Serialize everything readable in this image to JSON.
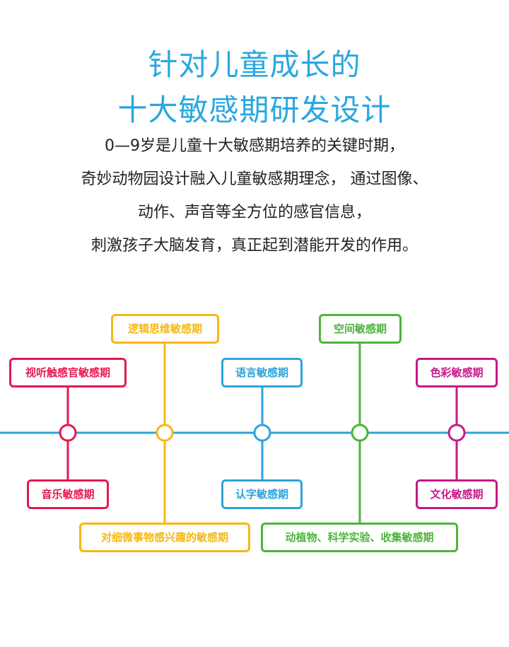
{
  "title_lines": [
    "针对儿童成长的",
    "十大敏感期研发设计"
  ],
  "description_lines": [
    "0—9岁是儿童十大敏感期培养的关键时期，",
    "奇妙动物园设计融入儿童敏感期理念， 通过图像、",
    "动作、声音等全方位的感官信息，",
    "刺激孩子大脑发育，真正起到潜能开发的作用。"
  ],
  "timeline": {
    "colors": {
      "line": "#2fa3d8",
      "red": "#e5194f",
      "yellow": "#f6b811",
      "blue": "#2fa3d8",
      "green": "#4db43b",
      "magenta": "#c6198a"
    },
    "labels": {
      "visual": "视听触感官敏感期",
      "music": "音乐敏感期",
      "logic": "逻辑思维敏感期",
      "detail": "对细微事物感兴趣的敏感期",
      "language": "语言敏感期",
      "literacy": "认字敏感期",
      "space": "空间敏感期",
      "nature": "动植物、科学实验、收集敏感期",
      "color": "色彩敏感期",
      "culture": "文化敏感期"
    }
  }
}
